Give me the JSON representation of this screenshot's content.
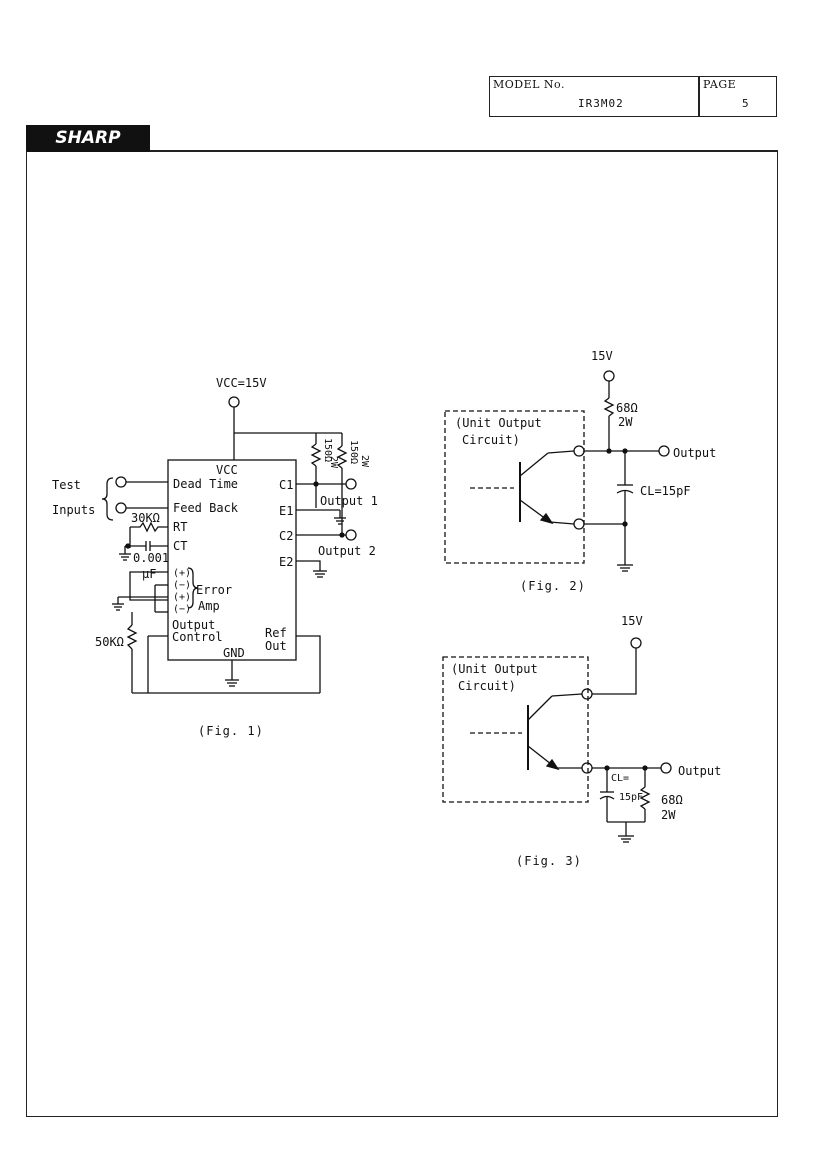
{
  "header": {
    "model_label": "MODEL No.",
    "model_value": "IR3M02",
    "page_label": "PAGE",
    "page_value": "5"
  },
  "logo_text": "SHARP",
  "fig1": {
    "vcc_supply": "VCC=15V",
    "chip_vcc": "VCC",
    "dead_time": "Dead Time",
    "feed_back": "Feed Back",
    "rt": "RT",
    "ct": "CT",
    "error": "Error",
    "amp": "Amp",
    "output_label": "Output",
    "control_label": "Control",
    "gnd": "GND",
    "ref": "Ref",
    "out": "Out",
    "c1": "C1",
    "e1": "E1",
    "c2": "C2",
    "e2": "E2",
    "test": "Test",
    "inputs": "Inputs",
    "r_30k": "30KΩ",
    "c_001": "0.001",
    "cap_uf": "μF",
    "r_50k": "50KΩ",
    "r1": "150Ω",
    "r1_w": "2W",
    "r2": "150Ω",
    "r2_w": "2W",
    "output1": "Output 1",
    "output2": "Output 2",
    "plus1": "(+)",
    "minus1": "(−)",
    "plus2": "(+)",
    "minus2": "(−)",
    "caption": "(Fig. 1)"
  },
  "fig2": {
    "supply": "15V",
    "r": "68Ω",
    "r_w": "2W",
    "unit_line1": "(Unit Output",
    "unit_line2": "Circuit)",
    "output": "Output",
    "cl": "CL=15pF",
    "caption": "(Fig. 2)"
  },
  "fig3": {
    "supply": "15V",
    "unit_line1": "(Unit Output",
    "unit_line2": "Circuit)",
    "output": "Output",
    "cl_line1": "CL=",
    "cl_line2": "15pF",
    "r": "68Ω",
    "r_w": "2W",
    "caption": "(Fig. 3)"
  }
}
